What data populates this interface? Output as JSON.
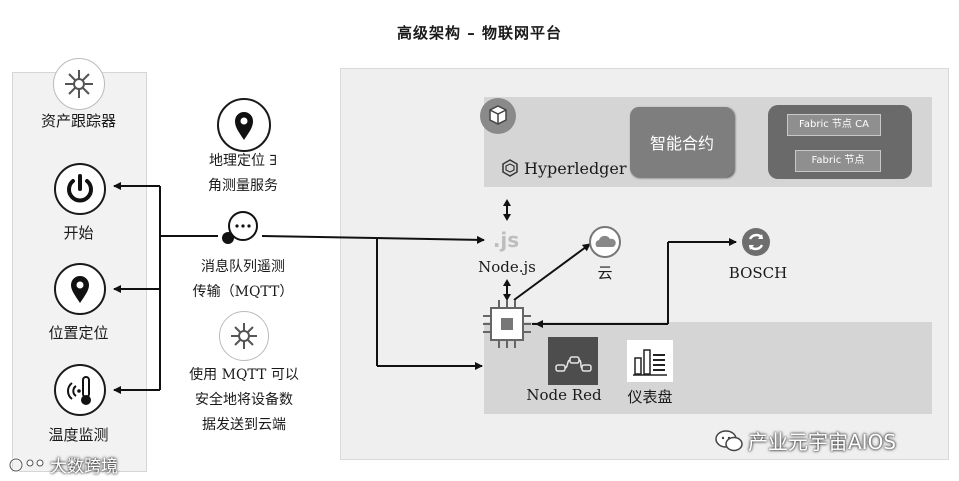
{
  "title": "高级架构 – 物联网平台",
  "left_panel": {
    "asset_tracker": "资产跟踪器",
    "start": "开始",
    "location": "位置定位",
    "temperature": "温度监测"
  },
  "middle": {
    "geo_service_line1": "地理定位 ∃",
    "geo_service_line2": "角测量服务",
    "mqtt_line1": "消息队列遥测",
    "mqtt_line2": "传输（MQTT）",
    "secure_line1": "使用 MQTT 可以",
    "secure_line2": "安全地将设备数",
    "secure_line3": "据发送到云端"
  },
  "platform": {
    "hyperledger": "Hyperledger",
    "smart_contract": "智能合约",
    "fabric_ca": "Fabric 节点 CA",
    "fabric_node": "Fabric 节点",
    "nodejs_icon": ".js",
    "nodejs": "Node.js",
    "cloud": "云",
    "bosch": "BOSCH",
    "node_red": "Node Red",
    "dashboard": "仪表盘"
  },
  "watermarks": {
    "right": "产业元宇宙AIOS",
    "left": "大数跨境"
  },
  "icons": [
    "sparkle-icon",
    "power-icon",
    "location-pin-icon",
    "thermometer-signal-icon",
    "chat-bubble-icon",
    "blockchain-cube-icon",
    "cloud-icon",
    "bosch-icon",
    "chip-icon",
    "node-red-icon",
    "dashboard-icon",
    "wechat-icon"
  ]
}
